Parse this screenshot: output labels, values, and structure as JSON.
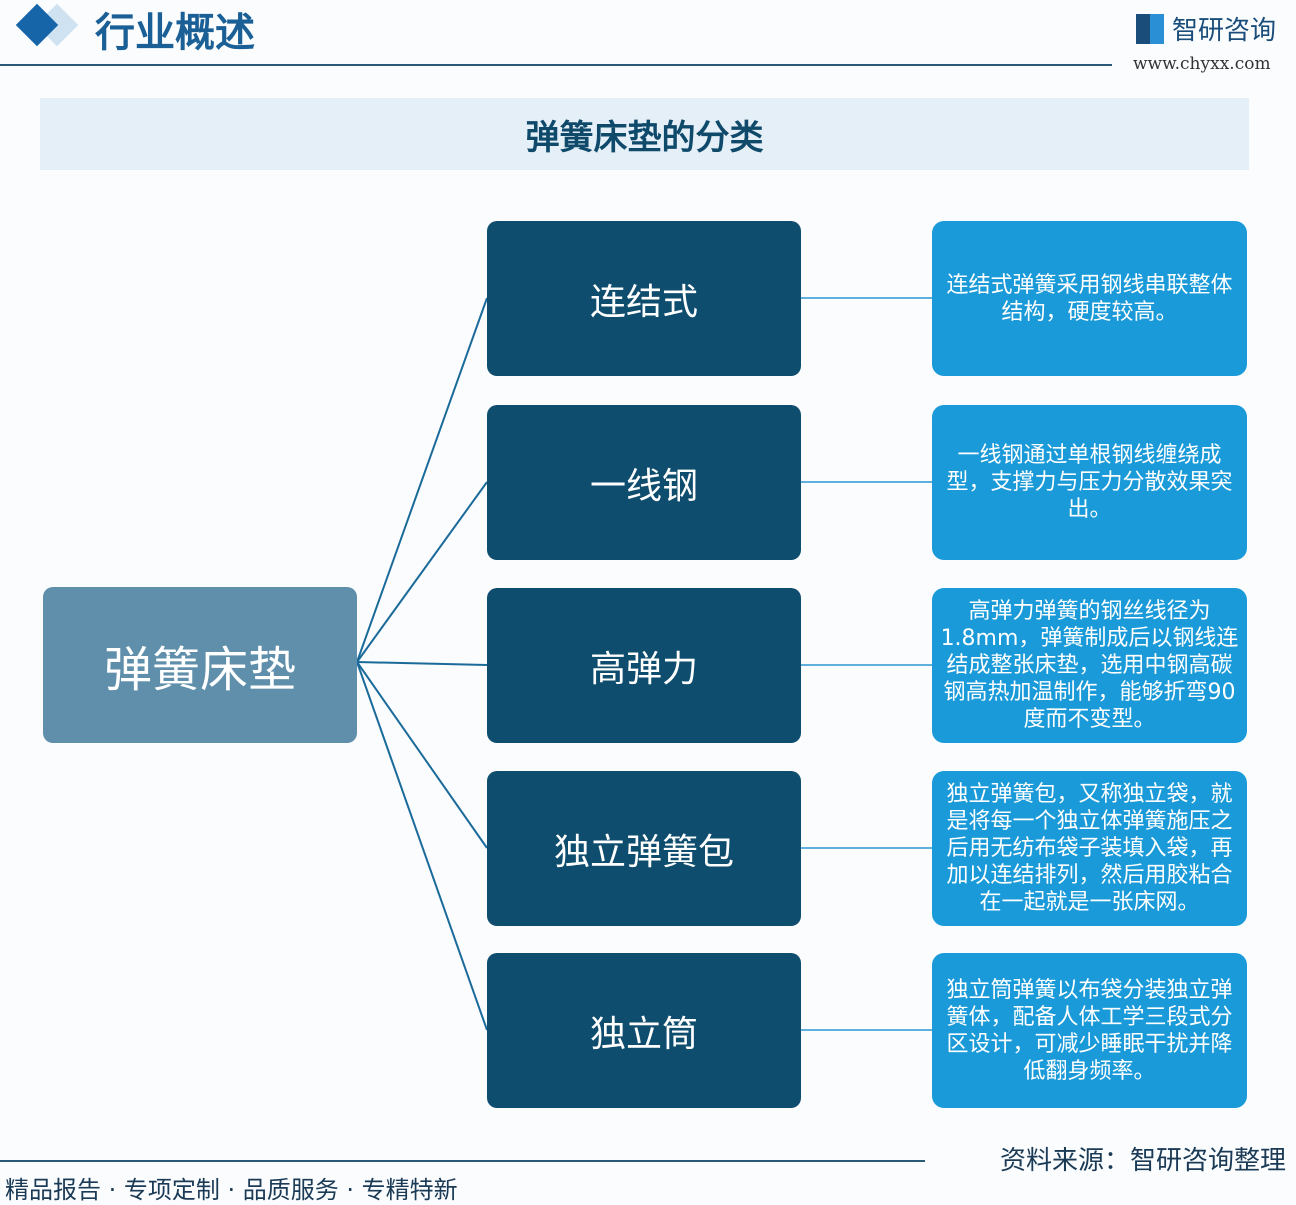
{
  "header": {
    "title": "行业概述",
    "logo_text": "智研咨询",
    "url": "www.chyxx.com"
  },
  "diagram": {
    "title": "弹簧床垫的分类",
    "root": "弹簧床垫",
    "items": [
      {
        "label": "连结式",
        "desc": "连结式弹簧采用钢线串联整体结构，硬度较高。"
      },
      {
        "label": "一线钢",
        "desc": "一线钢通过单根钢线缠绕成型，支撑力与压力分散效果突出。"
      },
      {
        "label": "高弹力",
        "desc": "高弹力弹簧的钢丝线径为1.8mm，弹簧制成后以钢线连结成整张床垫，选用中钢高碳钢高热加温制作，能够折弯90度而不变型。"
      },
      {
        "label": "独立弹簧包",
        "desc": "独立弹簧包，又称独立袋，就是将每一个独立体弹簧施压之后用无纺布袋子装填入袋，再加以连结排列，然后用胶粘合在一起就是一张床网。"
      },
      {
        "label": "独立筒",
        "desc": "独立筒弹簧以布袋分装独立弹簧体，配备人体工学三段式分区设计，可减少睡眠干扰并降低翻身频率。"
      }
    ]
  },
  "footer": {
    "slogan": "精品报告 · 专项定制 · 品质服务 · 专精特新",
    "source": "资料来源：智研咨询整理"
  }
}
